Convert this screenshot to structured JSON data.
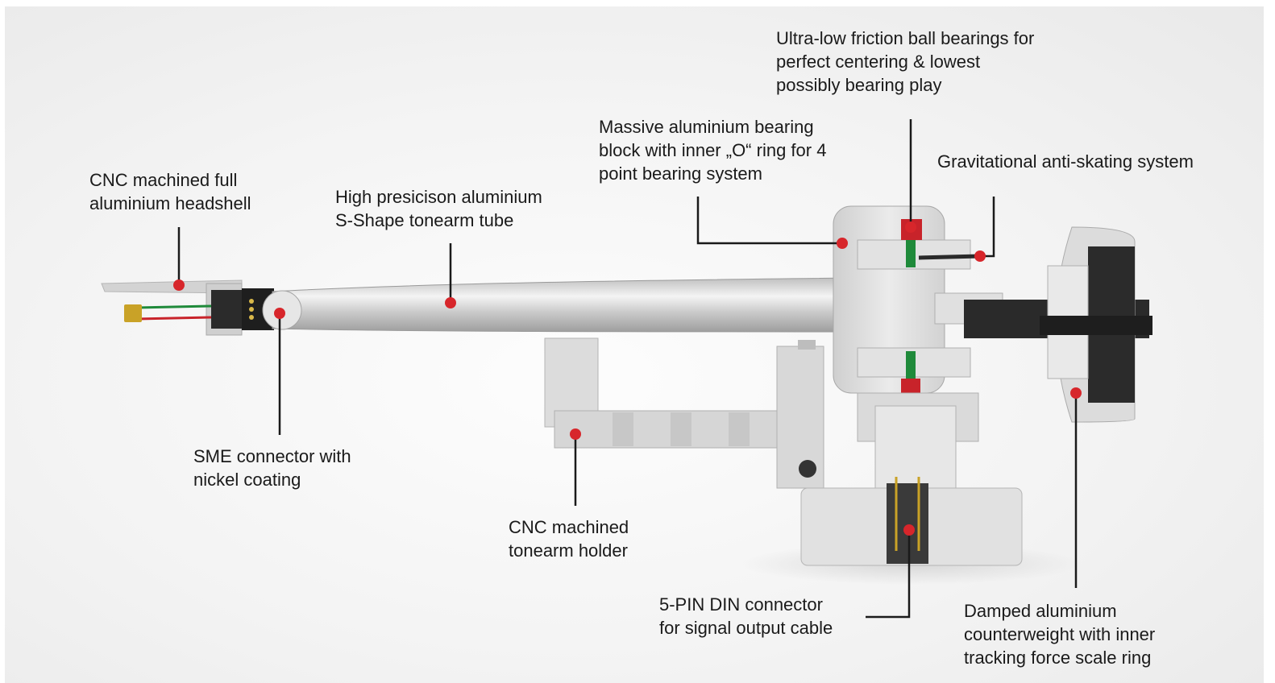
{
  "diagram": {
    "callouts": [
      {
        "id": "headshell",
        "lines": [
          "CNC machined full",
          "aluminium headshell"
        ]
      },
      {
        "id": "tube",
        "lines": [
          "High presicison aluminium",
          "S-Shape tonearm tube"
        ]
      },
      {
        "id": "bearing-block",
        "lines": [
          "Massive aluminium bearing",
          "block with inner „O“ ring for 4",
          "point bearing system"
        ]
      },
      {
        "id": "ball-bearings",
        "lines": [
          "Ultra-low friction ball bearings for",
          "perfect centering & lowest",
          "possibly bearing play"
        ]
      },
      {
        "id": "anti-skating",
        "lines": [
          "Gravitational anti-skating system"
        ]
      },
      {
        "id": "sme-connector",
        "lines": [
          "SME connector with",
          "nickel coating"
        ]
      },
      {
        "id": "tonearm-holder",
        "lines": [
          "CNC machined",
          "tonearm holder"
        ]
      },
      {
        "id": "din-connector",
        "lines": [
          "5-PIN DIN connector",
          "for signal output cable"
        ]
      },
      {
        "id": "counterweight",
        "lines": [
          "Damped aluminium",
          "counterweight with inner",
          "tracking force scale ring"
        ]
      }
    ],
    "colors": {
      "marker": "#d7262b",
      "leader": "#1a1a1a",
      "text": "#1a1a1a",
      "metal": "#d9d9d9",
      "dark_part": "#2a2a2a",
      "accent_green": "#1f8a3a",
      "accent_red": "#c8232a",
      "accent_gold": "#c9a227"
    }
  }
}
